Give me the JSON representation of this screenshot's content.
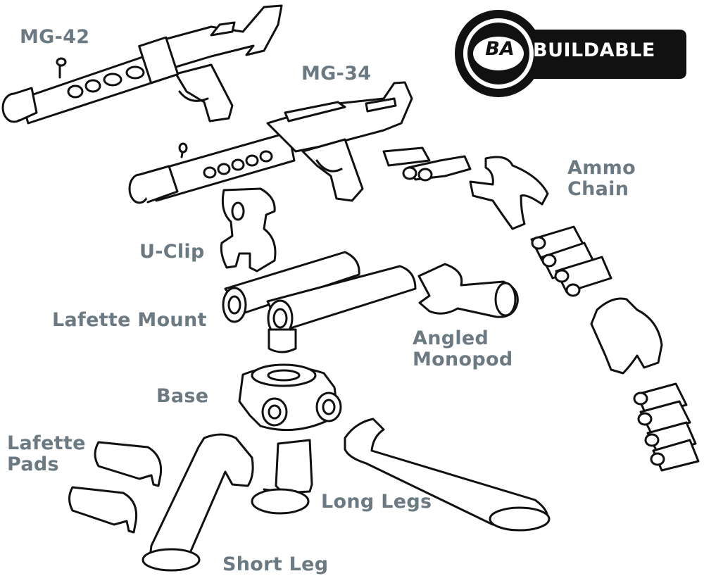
{
  "logo": {
    "badge_text": "BA",
    "word": "BUILDABLE"
  },
  "labels": {
    "mg42": "MG-42",
    "mg34": "MG-34",
    "ammo_chain": [
      "Ammo",
      "Chain"
    ],
    "u_clip": "U-Clip",
    "lafette_mount": "Lafette Mount",
    "angled_monopod": [
      "Angled",
      "Monopod"
    ],
    "base": "Base",
    "lafette_pads": [
      "Lafette",
      "Pads"
    ],
    "long_legs": "Long Legs",
    "short_leg": "Short Leg"
  },
  "colors": {
    "label": "#6b7a82",
    "outline": "#111111",
    "fill": "#ffffff",
    "logo_dark": "#111111"
  }
}
